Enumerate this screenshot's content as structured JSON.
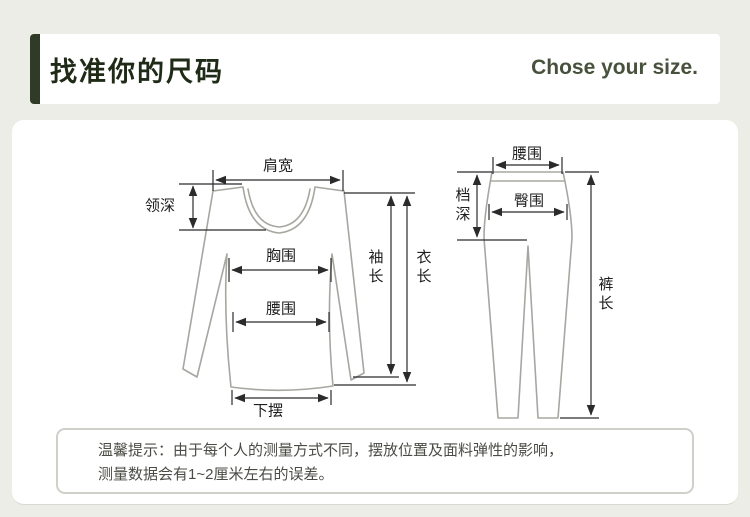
{
  "colors": {
    "page_background": "#ecede7",
    "accent_dark_green": "#2f3b26",
    "outline_gray": "#a5a8a0",
    "dimension_line": "#2b2b2b",
    "tip_border": "#cfd0c9"
  },
  "header": {
    "title": "找准你的尺码",
    "subtitle": "Chose your size."
  },
  "shirt_labels": {
    "shoulder": "肩宽",
    "collar_depth": "领深",
    "chest": "胸围",
    "waist": "腰围",
    "sleeve_length": "袖长",
    "garment_length": "衣长",
    "hem": "下摆"
  },
  "pants_labels": {
    "waist": "腰围",
    "hip": "臀围",
    "crotch_depth": "档深",
    "pants_length": "裤长"
  },
  "tip": {
    "line1": "温馨提示：由于每个人的测量方式不同，摆放位置及面料弹性的影响，",
    "line2": "测量数据会有1~2厘米左右的误差。"
  }
}
